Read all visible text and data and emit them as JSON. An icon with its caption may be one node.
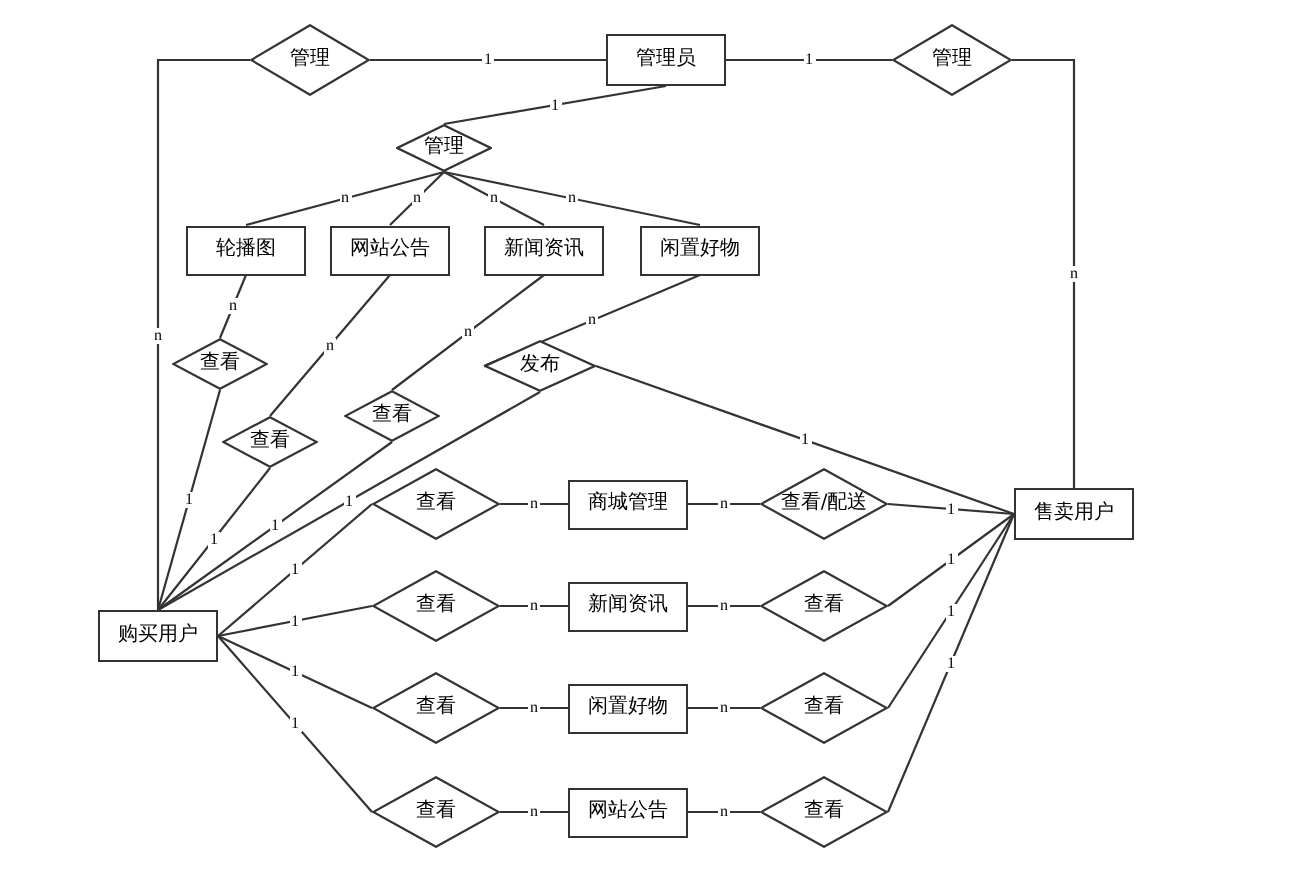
{
  "diagram": {
    "nodes": [
      {
        "text": [
          "管理"
        ]
      },
      {
        "text": [
          "管理员"
        ]
      },
      {
        "text": [
          "管理"
        ]
      },
      {
        "text": [
          "管理"
        ]
      },
      {
        "text": [
          "轮播图"
        ]
      },
      {
        "text": [
          "网站公告"
        ]
      },
      {
        "text": [
          "新闻资讯"
        ]
      },
      {
        "text": [
          "闲置好物"
        ]
      },
      {
        "text": [
          "查看"
        ]
      },
      {
        "text": [
          "查看"
        ]
      },
      {
        "text": [
          "查看"
        ]
      },
      {
        "text": [
          "发布"
        ]
      },
      {
        "text": [
          "购买用户"
        ]
      },
      {
        "text": [
          "查看"
        ]
      },
      {
        "text": [
          "商城管理"
        ]
      },
      {
        "text": [
          "查看/配送"
        ]
      },
      {
        "text": [
          "售卖用户"
        ]
      },
      {
        "text": [
          "查看"
        ]
      },
      {
        "text": [
          "新闻资讯"
        ]
      },
      {
        "text": [
          "查看"
        ]
      },
      {
        "text": [
          "查看"
        ]
      },
      {
        "text": [
          "闲置好物"
        ]
      },
      {
        "text": [
          "查看"
        ]
      },
      {
        "text": [
          "查看"
        ]
      },
      {
        "text": [
          "网站公告"
        ]
      },
      {
        "text": [
          "查看"
        ]
      }
    ],
    "edges": [
      {
        "from": 0,
        "to": 1,
        "arrow": "none",
        "label": "1"
      },
      {
        "from": 0,
        "to": 12,
        "arrow": "none",
        "label": "n"
      },
      {
        "from": 1,
        "to": 2,
        "arrow": "none",
        "label": "1"
      },
      {
        "from": 2,
        "to": 16,
        "arrow": "none",
        "label": "n"
      },
      {
        "from": 1,
        "to": 3,
        "arrow": "none",
        "label": "1"
      },
      {
        "from": 3,
        "to": 4,
        "arrow": "none",
        "label": "n"
      },
      {
        "from": 3,
        "to": 5,
        "arrow": "none",
        "label": "n"
      },
      {
        "from": 3,
        "to": 6,
        "arrow": "none",
        "label": "n"
      },
      {
        "from": 3,
        "to": 7,
        "arrow": "none",
        "label": "n"
      },
      {
        "from": 4,
        "to": 8,
        "arrow": "none",
        "label": "n"
      },
      {
        "from": 8,
        "to": 12,
        "arrow": "none",
        "label": "1"
      },
      {
        "from": 5,
        "to": 9,
        "arrow": "none",
        "label": "n"
      },
      {
        "from": 9,
        "to": 12,
        "arrow": "none",
        "label": "1"
      },
      {
        "from": 6,
        "to": 10,
        "arrow": "none",
        "label": "n"
      },
      {
        "from": 10,
        "to": 12,
        "arrow": "none",
        "label": "1"
      },
      {
        "from": 7,
        "to": 11,
        "arrow": "none",
        "label": "n"
      },
      {
        "from": 11,
        "to": 12,
        "arrow": "none",
        "label": "1"
      },
      {
        "from": 11,
        "to": 16,
        "arrow": "none",
        "label": "1"
      },
      {
        "from": 12,
        "to": 13,
        "arrow": "none",
        "label": "1"
      },
      {
        "from": 13,
        "to": 14,
        "arrow": "none",
        "label": "n"
      },
      {
        "from": 14,
        "to": 15,
        "arrow": "none",
        "label": "n"
      },
      {
        "from": 15,
        "to": 16,
        "arrow": "none",
        "label": "1"
      },
      {
        "from": 12,
        "to": 17,
        "arrow": "none",
        "label": "1"
      },
      {
        "from": 17,
        "to": 18,
        "arrow": "none",
        "label": "n"
      },
      {
        "from": 18,
        "to": 19,
        "arrow": "none",
        "label": "n"
      },
      {
        "from": 19,
        "to": 16,
        "arrow": "none",
        "label": "1"
      },
      {
        "from": 12,
        "to": 20,
        "arrow": "none",
        "label": "1"
      },
      {
        "from": 20,
        "to": 21,
        "arrow": "none",
        "label": "n"
      },
      {
        "from": 21,
        "to": 22,
        "arrow": "none",
        "label": "n"
      },
      {
        "from": 22,
        "to": 16,
        "arrow": "none",
        "label": "1"
      },
      {
        "from": 12,
        "to": 23,
        "arrow": "none",
        "label": "1"
      },
      {
        "from": 23,
        "to": 24,
        "arrow": "none",
        "label": "n"
      },
      {
        "from": 24,
        "to": 25,
        "arrow": "none",
        "label": "n"
      },
      {
        "from": 25,
        "to": 16,
        "arrow": "none",
        "label": "1"
      }
    ]
  }
}
